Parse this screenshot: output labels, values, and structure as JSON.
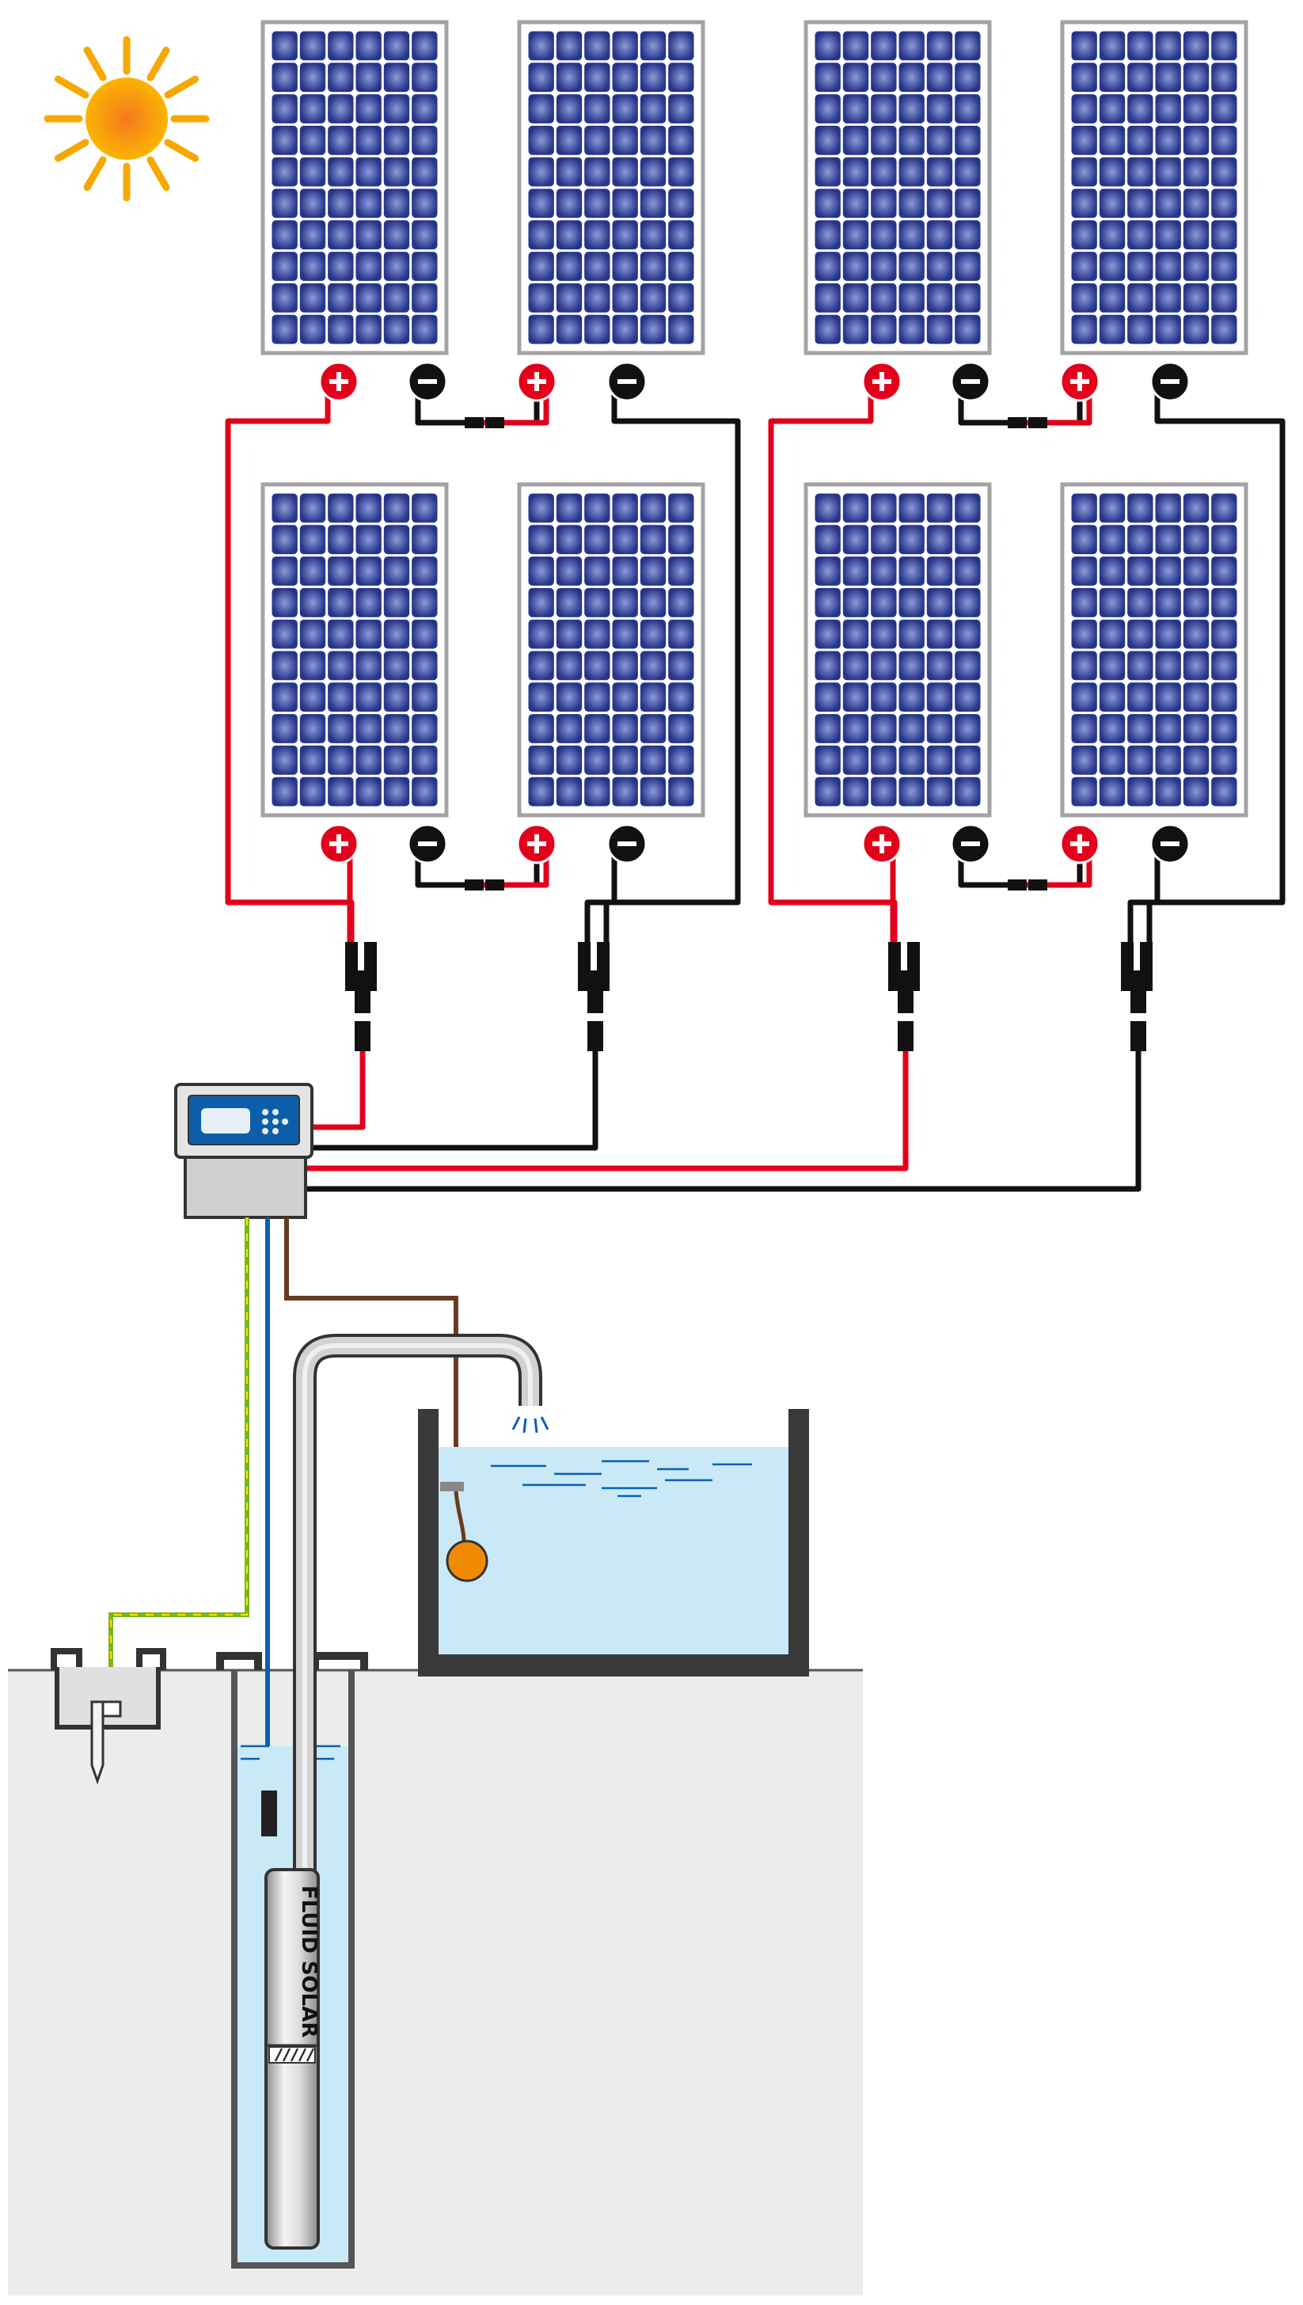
{
  "pump": {
    "brand_label": "FLUID SOLAR"
  },
  "terminals": {
    "positive_symbol": "+",
    "negative_symbol": "−"
  },
  "colors": {
    "positive_wire": "#e3001b",
    "negative_wire": "#111111",
    "ground_wire": "#7ab51d",
    "ground_wire_stripe": "#ffe600",
    "signal_wire": "#6b3a22",
    "blue_wire": "#0a5fb4",
    "panel_cell": "#2b3a8c",
    "panel_frame": "#a3a3a3",
    "water": "#c9e9f6",
    "soil": "#ececec",
    "tank_wall": "#3a3a3a",
    "float": "#f18a00",
    "sun": "#f7a800"
  },
  "panels": [
    {
      "id": "p1"
    },
    {
      "id": "p2"
    },
    {
      "id": "p3"
    },
    {
      "id": "p4"
    },
    {
      "id": "p5"
    },
    {
      "id": "p6"
    },
    {
      "id": "p7"
    },
    {
      "id": "p8"
    }
  ]
}
